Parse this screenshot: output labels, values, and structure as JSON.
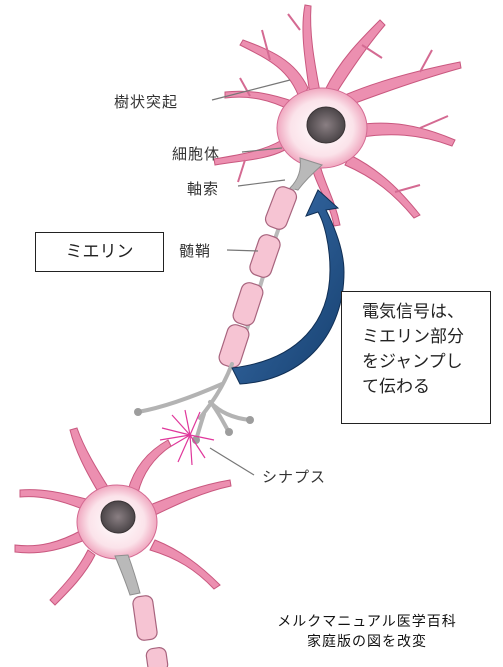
{
  "labels": {
    "dendrite": "樹状突起",
    "soma": "細胞体",
    "axon": "軸索",
    "myelin_sheath": "髄鞘",
    "synapse": "シナプス"
  },
  "myelin_box": "ミエリン",
  "callout_lines": [
    "電気信号は、",
    "ミエリン部分",
    "をジャンプし",
    "て伝わる"
  ],
  "credit_lines": [
    "メルクマニュアル医学百科",
    "家庭版の図を改変"
  ],
  "colors": {
    "myelin_fill": "#f6c4d3",
    "neuron_pink": "#ec8fb0",
    "axon_gray": "#b9b9b9",
    "arrow_blue": "#1f4f8a"
  }
}
